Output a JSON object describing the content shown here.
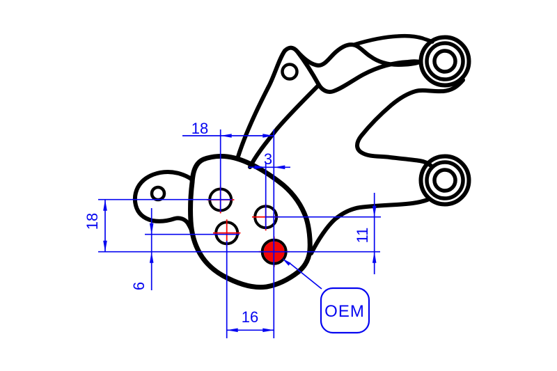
{
  "drawing": {
    "type": "technical dimension drawing of brake caliper bracket with pad hole positions",
    "colors": {
      "outline": "#000000",
      "dimension_blue": "#0505f0",
      "highlight_red": "#f20505",
      "background": "#ffffff"
    },
    "dimensions": {
      "top_width": "18",
      "upper_offset_x": "3",
      "left_height": "18",
      "lower_offset_y": "6",
      "right_height": "11",
      "bottom_width": "16"
    },
    "callout": {
      "label": "OEM"
    }
  }
}
